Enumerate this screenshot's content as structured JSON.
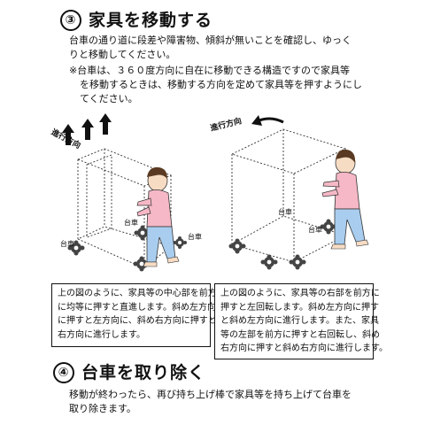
{
  "section3": {
    "number": "③",
    "title": "家具を移動する",
    "para1_line1": "台車の通り道に段差や障害物、傾斜が無いことを確認し、ゆっく",
    "para1_line2": "りと移動してください。",
    "note_line1": "※台車は、３６０度方向に自在に移動できる構造ですので家具等",
    "note_line2": "を移動するときは、移動する方向を定めて家具等を押すようにし",
    "note_line3": "てください。"
  },
  "diagram_left": {
    "direction_label": "進行方向",
    "cart_label_1": "台車",
    "cart_label_2": "台車",
    "cart_label_3": "台車"
  },
  "diagram_right": {
    "direction_label": "進行方向",
    "cart_label_1": "台車",
    "cart_label_2": "台車"
  },
  "caption_left": {
    "line1": "上の図のように、家具等の中心部を前方",
    "line2": "に均等に押すと直進します。斜め左方向",
    "line3": "に押すと左方向に、斜め右方向に押すと",
    "line4": "右方向に進行します。"
  },
  "caption_right": {
    "line1": "上の図のように、家具等の右部を前方に",
    "line2": "押すと左回転します。斜め左方向に押す",
    "line3": "と斜め左方向に進行します。また、家具",
    "line4": "等の左部を前方に押すと右回転し、斜め",
    "line5": "右方向に押すと斜め右方向に進行します。"
  },
  "section4": {
    "number": "④",
    "title": "台車を取り除く",
    "para_line1": "移動が終わったら、再び持ち上げ棒で家具等を持ち上げて台車を",
    "para_line2": "取り除きます。"
  },
  "colors": {
    "shirt": "#f6b8c6",
    "pants": "#a9cdee",
    "skin": "#f7dcc4",
    "hair": "#5a3a22",
    "cart": "#444444"
  }
}
